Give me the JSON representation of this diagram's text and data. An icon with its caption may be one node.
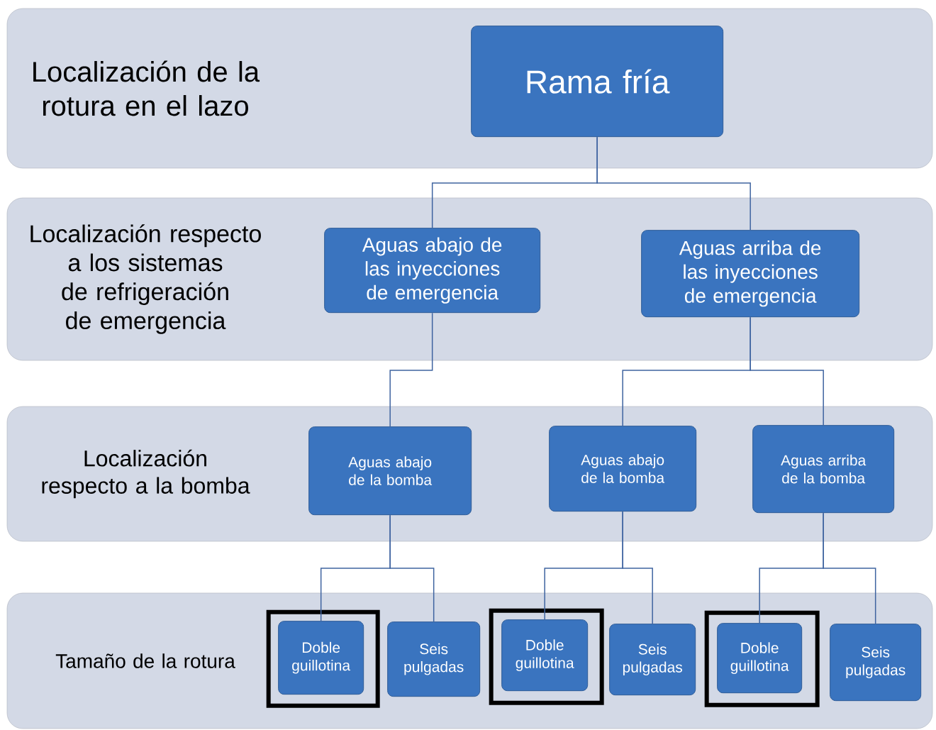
{
  "diagram": {
    "nodes": [
      {
        "text": [
          "Localización de la rotura en el lazo"
        ]
      },
      {
        "text": [
          "Rama fría"
        ],
        "in": 0
      },
      {
        "text": [
          "Localización respecto a los sistemas de refrigeración de emergencia"
        ]
      },
      {
        "text": [
          "Aguas abajo de las inyecciones de emergencia"
        ],
        "in": 2
      },
      {
        "text": [
          "Aguas arriba de las inyecciones de emergencia"
        ],
        "in": 2
      },
      {
        "text": [
          "Localización respecto a la bomba"
        ]
      },
      {
        "text": [
          "Aguas abajo de la bomba"
        ],
        "in": 5
      },
      {
        "text": [
          "Aguas abajo de la bomba"
        ],
        "in": 5
      },
      {
        "text": [
          "Aguas arriba de la bomba"
        ],
        "in": 5
      },
      {
        "text": [
          "Tamaño de la rotura"
        ]
      },
      {
        "text": [],
        "shape": "box",
        "in": 9
      },
      {
        "text": [
          "Doble guillotina"
        ],
        "in": 10
      },
      {
        "text": [
          "Seis pulgadas"
        ],
        "in": 9
      },
      {
        "text": [],
        "shape": "box",
        "in": 9
      },
      {
        "text": [
          "Doble guillotina"
        ],
        "in": 13
      },
      {
        "text": [
          "Seis pulgadas"
        ],
        "in": 9
      },
      {
        "text": [],
        "shape": "box",
        "in": 9
      },
      {
        "text": [
          "Doble guillotina"
        ],
        "in": 16
      },
      {
        "text": [
          "Seis pulgadas"
        ],
        "in": 9
      }
    ],
    "edges": [
      {
        "from": 1,
        "to": 3,
        "arrow": "none"
      },
      {
        "from": 1,
        "to": 4,
        "arrow": "none"
      },
      {
        "from": 3,
        "to": 6,
        "arrow": "none"
      },
      {
        "from": 4,
        "to": 7,
        "arrow": "none"
      },
      {
        "from": 4,
        "to": 8,
        "arrow": "none"
      },
      {
        "from": 6,
        "to": 11,
        "arrow": "none"
      },
      {
        "from": 6,
        "to": 12,
        "arrow": "none"
      },
      {
        "from": 7,
        "to": 14,
        "arrow": "none"
      },
      {
        "from": 7,
        "to": 15,
        "arrow": "none"
      },
      {
        "from": 8,
        "to": 17,
        "arrow": "none"
      },
      {
        "from": 8,
        "to": 18,
        "arrow": "none"
      }
    ]
  }
}
